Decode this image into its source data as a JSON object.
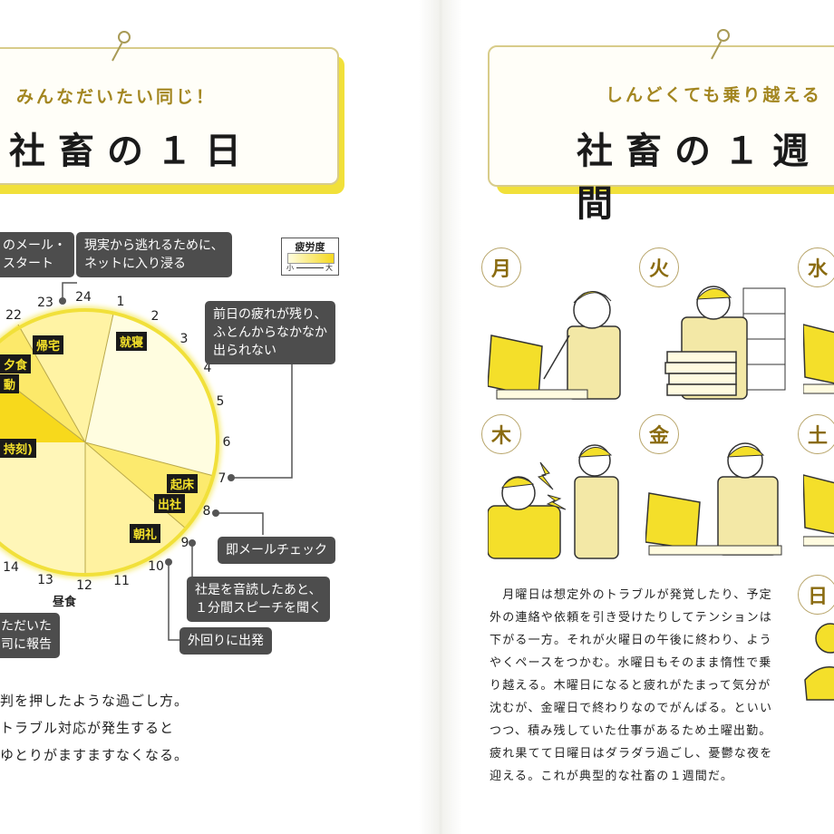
{
  "left_page": {
    "subtitle": "みんなだいたい同じ！",
    "title": "社畜の１日",
    "legend": {
      "title": "疲労度",
      "small": "小",
      "large": "大"
    },
    "hours": [
      "23",
      "24",
      "1",
      "2",
      "3",
      "4",
      "5",
      "6",
      "7",
      "8",
      "9",
      "10",
      "11",
      "12",
      "13",
      "14",
      "22"
    ],
    "wedge_labels": {
      "sleep": "就寝",
      "return_home": "帰宅",
      "dinner": "夕食",
      "work_left": "動",
      "overtime_left": "持刻)",
      "wake": "起床",
      "arrive": "出社",
      "morning_meeting": "朝礼"
    },
    "lunch_label": "昼食",
    "callouts": {
      "email_start": "のメール・\nスタート",
      "escape": "現実から逃れるために、\nネットに入り浸る",
      "tired": "前日の疲れが残り、\nふとんからなかなか\n出られない",
      "email_check": "即メールチェック",
      "speech": "社是を音読したあと、\n１分間スピーチを聞く",
      "go_out": "外回りに出発",
      "report": "ただいた\n司に報告"
    },
    "body": "判を押したような過ごし方。\nトラブル対応が発生すると\nゆとりがますますなくなる。",
    "fatigue_levels": [
      {
        "segment": "sleep",
        "level": 0.0
      },
      {
        "segment": "morning",
        "level": 0.25
      },
      {
        "segment": "midday",
        "level": 0.4
      },
      {
        "segment": "afternoon",
        "level": 0.7
      },
      {
        "segment": "evening",
        "level": 0.9
      }
    ],
    "colors": {
      "accent": "#f1e03a",
      "chart_light": "#fff5a8",
      "chart_mid": "#fce96a",
      "chart_dark": "#f5d81e"
    }
  },
  "right_page": {
    "subtitle": "しんどくても乗り越える",
    "title": "社畜の１週間",
    "days": [
      "月",
      "火",
      "水",
      "木",
      "金",
      "土",
      "日"
    ],
    "body": "　月曜日は想定外のトラブルが発覚したり、予定\n外の連絡や依頼を引き受けたりしてテンションは\n下がる一方。それが火曜日の午後に終わり、よう\nやくペースをつかむ。水曜日もそのまま惰性で乗\nり越える。木曜日になると疲れがたまって気分が\n沈むが、金曜日で終わりなのでがんばる。といい\nつつ、積み残していた仕事があるため土曜出勤。\n疲れ果てて日曜日はダラダラ過ごし、憂鬱な夜を\n迎える。これが典型的な社畜の１週間だ。"
  }
}
